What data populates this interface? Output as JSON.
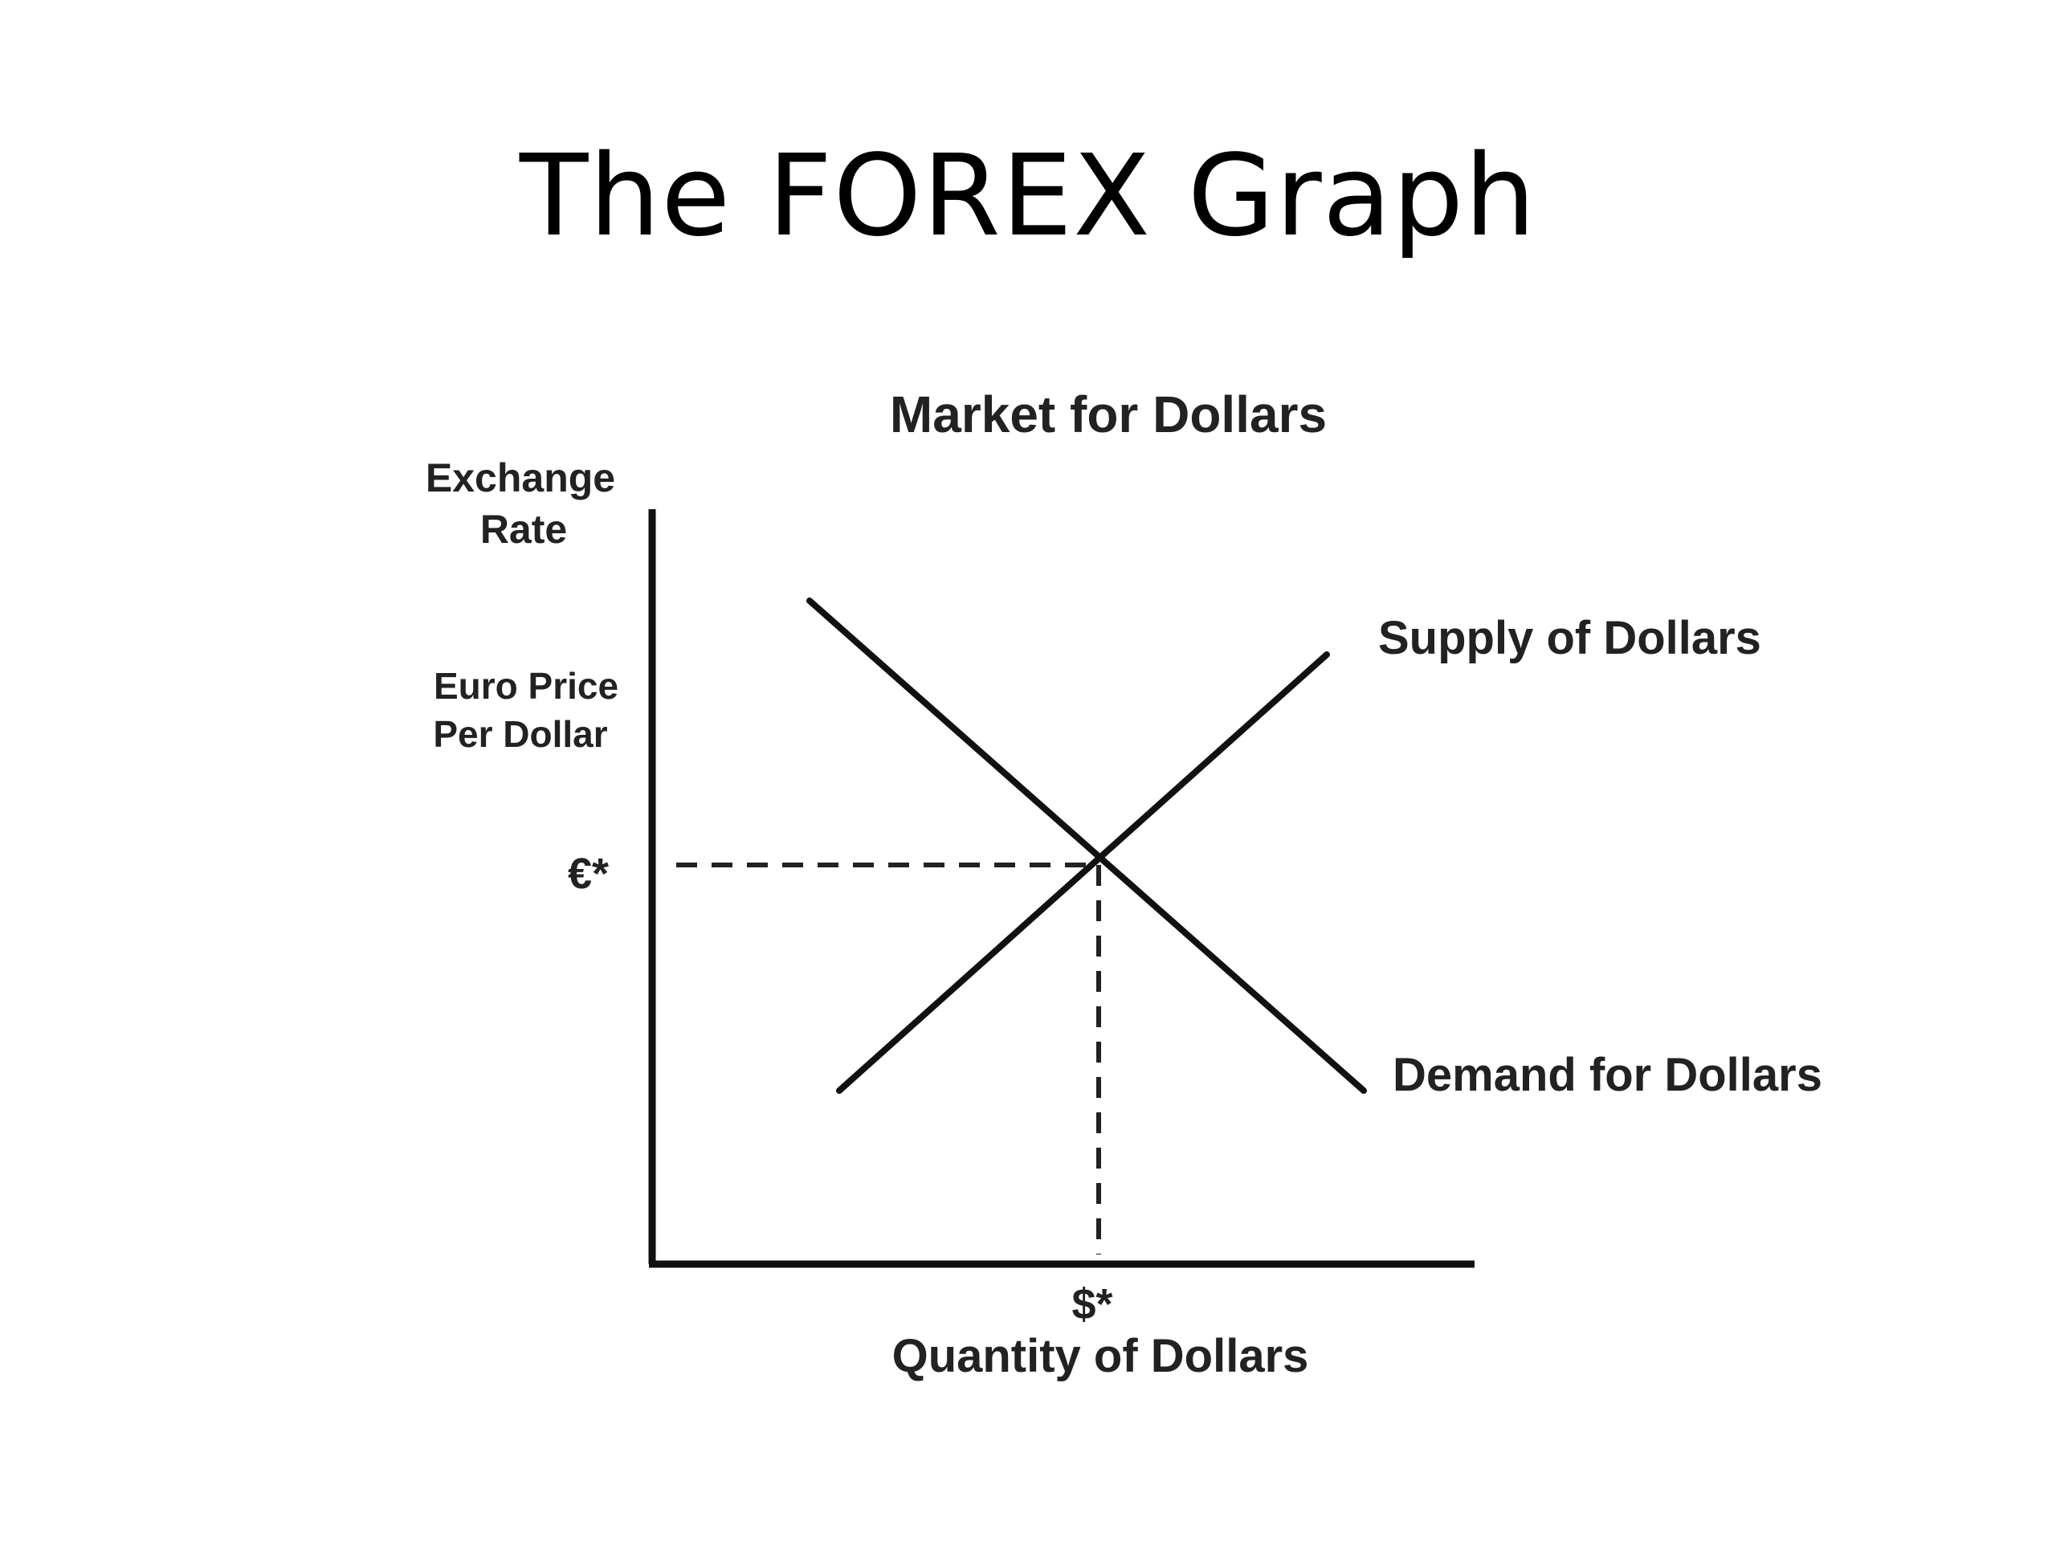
{
  "slide": {
    "title": "The FOREX Graph"
  },
  "diagram": {
    "title": "Market for Dollars",
    "y_axis_label_line1": "Exchange",
    "y_axis_label_line2": "Rate",
    "y_axis_sublabel_line1": "Euro Price",
    "y_axis_sublabel_line2": "Per Dollar",
    "x_axis_label": "Quantity of Dollars",
    "equilibrium_price_label": "€*",
    "equilibrium_quantity_label": "$*",
    "supply_label": "Supply of Dollars",
    "demand_label": "Demand for Dollars"
  }
}
